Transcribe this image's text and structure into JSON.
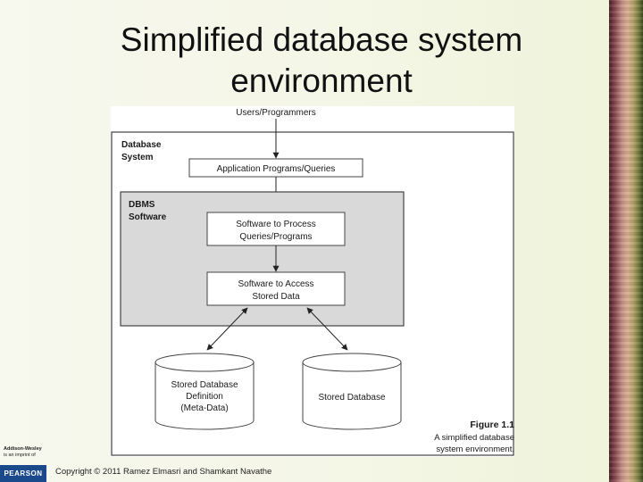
{
  "slide": {
    "title_line1": "Simplified database system",
    "title_line2": "environment",
    "copyright": "Copyright © 2011 Ramez Elmasri and Shamkant Navathe",
    "publisher_line1": "Addison-Wesley",
    "publisher_line2": "is an imprint of",
    "pearson": "PEARSON"
  },
  "diagram": {
    "users": "Users/Programmers",
    "db_system_1": "Database",
    "db_system_2": "System",
    "app_programs": "Application Programs/Queries",
    "dbms_1": "DBMS",
    "dbms_2": "Software",
    "process_1": "Software to Process",
    "process_2": "Queries/Programs",
    "access_1": "Software to Access",
    "access_2": "Stored Data",
    "meta_1": "Stored Database",
    "meta_2": "Definition",
    "meta_3": "(Meta-Data)",
    "stored_db": "Stored Database",
    "fig_label": "Figure 1.1",
    "fig_caption_1": "A simplified database",
    "fig_caption_2": "system environment."
  },
  "colors": {
    "dbms_fill": "#d9d9d9",
    "pearson_blue": "#1b4a8c"
  }
}
